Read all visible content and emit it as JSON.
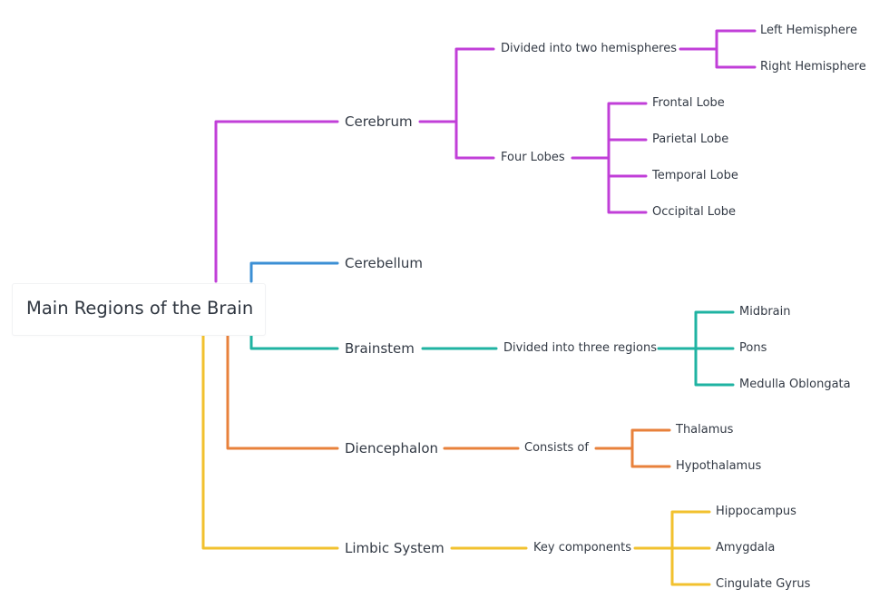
{
  "mindmap": {
    "root": {
      "label": "Main Regions of the Brain"
    },
    "branches": [
      {
        "label": "Cerebrum",
        "color": "#c13fd8",
        "children": [
          {
            "label": "Divided into two hemispheres",
            "children": [
              "Left Hemisphere",
              "Right Hemisphere"
            ]
          },
          {
            "label": "Four Lobes",
            "children": [
              "Frontal Lobe",
              "Parietal Lobe",
              "Temporal Lobe",
              "Occipital Lobe"
            ]
          }
        ]
      },
      {
        "label": "Cerebellum",
        "color": "#3b8fd4",
        "children": []
      },
      {
        "label": "Brainstem",
        "color": "#1fb3a2",
        "children": [
          {
            "label": "Divided into three regions",
            "children": [
              "Midbrain",
              "Pons",
              "Medulla Oblongata"
            ]
          }
        ]
      },
      {
        "label": "Diencephalon",
        "color": "#e8813b",
        "children": [
          {
            "label": "Consists of",
            "children": [
              "Thalamus",
              "Hypothalamus"
            ]
          }
        ]
      },
      {
        "label": "Limbic System",
        "color": "#f2c12e",
        "children": [
          {
            "label": "Key components",
            "children": [
              "Hippocampus",
              "Amygdala",
              "Cingulate Gyrus"
            ]
          }
        ]
      }
    ]
  }
}
